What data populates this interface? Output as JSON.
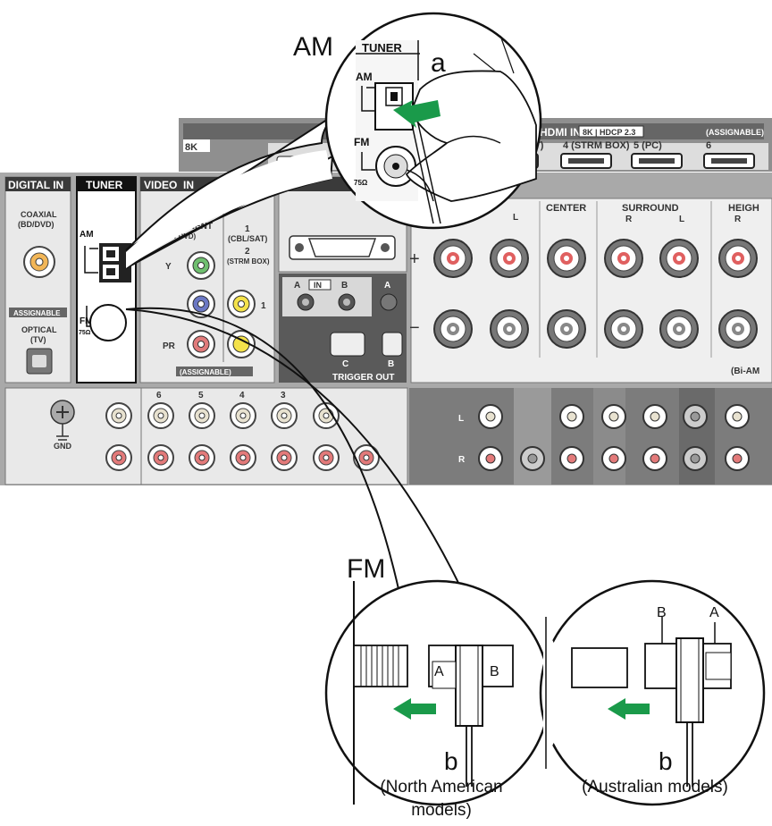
{
  "callouts": {
    "am_label": "AM",
    "fm_label": "FM",
    "step_a": "a",
    "step_b_na": "b",
    "step_b_au": "b"
  },
  "captions": {
    "north_american_line1": "(North American",
    "north_american_line2": "models)",
    "australian": "(Australian models)"
  },
  "panel": {
    "digital_in": "DIGITAL IN",
    "tuner": "TUNER",
    "video_in": "VIDEO",
    "video_in2": "IN",
    "coaxial": "COAXIAL",
    "coaxial_sub": "(BD/DVD)",
    "assignable": "ASSIGNABLE",
    "optical": "OPTICAL",
    "optical_sub": "(TV)",
    "am": "AM",
    "fm": "FM",
    "fm_ohm": "75Ω",
    "component": "COMPONENT",
    "component_sub": "(BD/ DVD)",
    "y": "Y",
    "pr": "PR",
    "in1_num": "1",
    "in1_name": "(CBL/SAT)",
    "in2_num": "2",
    "in2_name": "(STRM BOX)",
    "comp_num": "1",
    "assignable2": "(ASSIGNABLE)",
    "hdmi_in": "HDMI IN",
    "hdmi_8k": "8K | HDCP 2.3",
    "hdmi_assignable": "(ASSIGNABLE)",
    "hdmi_4": "4 (STRM BOX)",
    "hdmi_5": "5 (PC)",
    "hdmi_6": "6",
    "hdmi_t": "T)",
    "hdmi_8k_left": "8K",
    "center": "CENTER",
    "surround": "SURROUND",
    "height": "HEIGH",
    "l": "L",
    "r": "R",
    "plus": "+",
    "minus": "−",
    "bi_amp": "(Bi-AM",
    "ab_a": "A",
    "ab_in": "IN",
    "ab_b": "B",
    "trig_c": "C",
    "trig_b": "B",
    "trigger_out": "TRIGGER OUT",
    "gnd": "GND",
    "col6": "6",
    "col5": "5",
    "col4": "4",
    "col3": "3",
    "row_l": "L",
    "row_r": "R"
  },
  "zoom_am": {
    "tuner": "TUNER",
    "am": "AM",
    "fm": "FM",
    "ohm": "75Ω"
  },
  "zoom_fm": {
    "na_a": "A",
    "na_b": "B",
    "au_b": "B",
    "au_a": "A"
  },
  "colors": {
    "arrow_green": "#1a9a4a",
    "panel_grey": "#9a9a9a",
    "label_bar": "#3a3a3a"
  }
}
